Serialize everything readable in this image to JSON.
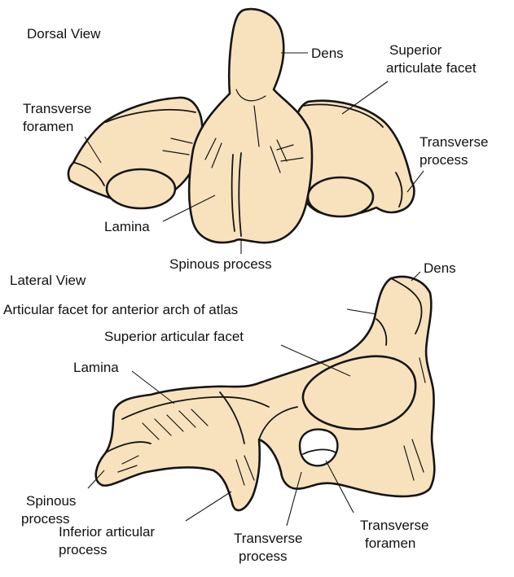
{
  "dorsal": {
    "title": "Dorsal View",
    "labels": {
      "dens": "Dens",
      "superior_facet_1": "Superior",
      "superior_facet_2": "articulate facet",
      "transverse_foramen_1": "Transverse",
      "transverse_foramen_2": "foramen",
      "transverse_process_1": "Transverse",
      "transverse_process_2": "process",
      "lamina": "Lamina",
      "spinous_process": "Spinous process"
    }
  },
  "lateral": {
    "title": "Lateral View",
    "labels": {
      "dens": "Dens",
      "articular_facet_atlas": "Articular facet for anterior arch of atlas",
      "superior_facet": "Superior articular facet",
      "lamina": "Lamina",
      "spinous_process_1": "Spinous",
      "spinous_process_2": "process",
      "inferior_facet_1": "Inferior articular",
      "inferior_facet_2": "process",
      "transverse_process_1": "Transverse",
      "transverse_process_2": "process",
      "transverse_foramen_1": "Transverse",
      "transverse_foramen_2": "foramen"
    }
  },
  "colors": {
    "bone": "#f8e2bd",
    "outline": "#151515",
    "background": "#ffffff"
  }
}
